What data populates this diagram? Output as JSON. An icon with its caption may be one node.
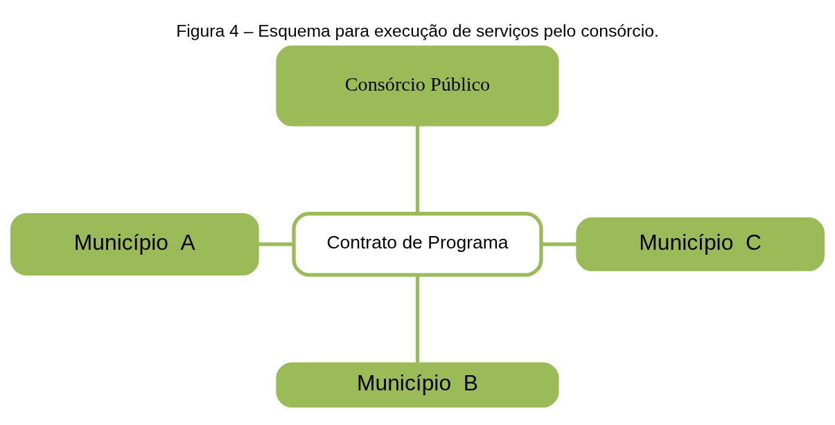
{
  "diagram": {
    "title": "Figura 4 – Esquema para execução de serviços pelo consórcio.",
    "nodes": [
      {
        "text": [
          "Consórcio Público"
        ]
      },
      {
        "text": [
          "Município  A"
        ]
      },
      {
        "text": [
          "Contrato de Programa"
        ]
      },
      {
        "text": [
          "Município  C"
        ]
      },
      {
        "text": [
          "Município  B"
        ]
      }
    ],
    "edges": [
      {
        "from": 0,
        "to": 2,
        "arrow": "none"
      },
      {
        "from": 1,
        "to": 2,
        "arrow": "none"
      },
      {
        "from": 2,
        "to": 3,
        "arrow": "none"
      },
      {
        "from": 2,
        "to": 4,
        "arrow": "none"
      }
    ]
  }
}
